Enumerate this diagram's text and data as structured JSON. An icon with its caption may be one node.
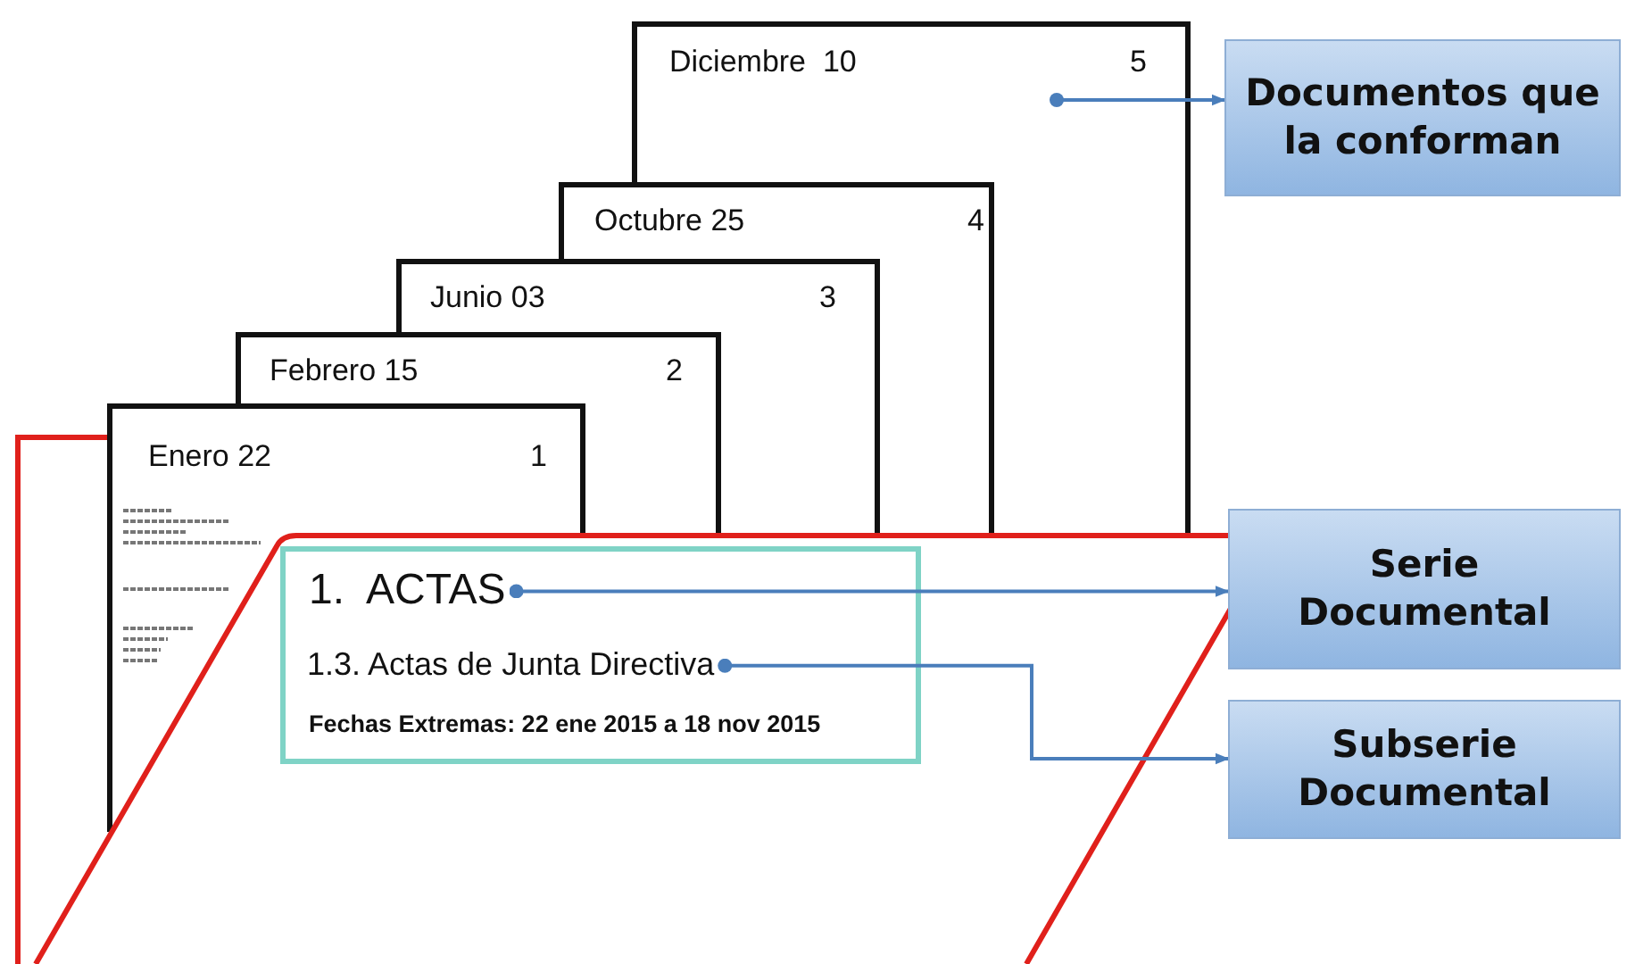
{
  "diagram": {
    "nodes": [
      {
        "text": [
          "Diciembre  10",
          "5"
        ]
      },
      {
        "text": [
          "Octubre 25",
          "4"
        ]
      },
      {
        "text": [
          "Junio 03",
          "3"
        ]
      },
      {
        "text": [
          "Febrero 15",
          "2"
        ]
      },
      {
        "text": [
          "Enero 22",
          "1"
        ]
      },
      {
        "text": [
          "Fechas Extremas: 22 ene 2015 a 18 nov 2015"
        ]
      },
      {
        "text": [
          "1.  ACTAS"
        ]
      },
      {
        "text": [
          "1.3. Actas de Junta Directiva"
        ],
        "in": 5
      },
      {
        "text": [
          "Documentos que la conforman"
        ]
      },
      {
        "text": [
          "Serie Documental"
        ]
      },
      {
        "text": [
          "Subserie Documental"
        ]
      }
    ],
    "edges": [
      {
        "from": 0,
        "to": 8,
        "arrow": "to"
      },
      {
        "from": 6,
        "to": 9,
        "arrow": "to"
      },
      {
        "from": 7,
        "to": 10,
        "arrow": "to"
      }
    ]
  }
}
